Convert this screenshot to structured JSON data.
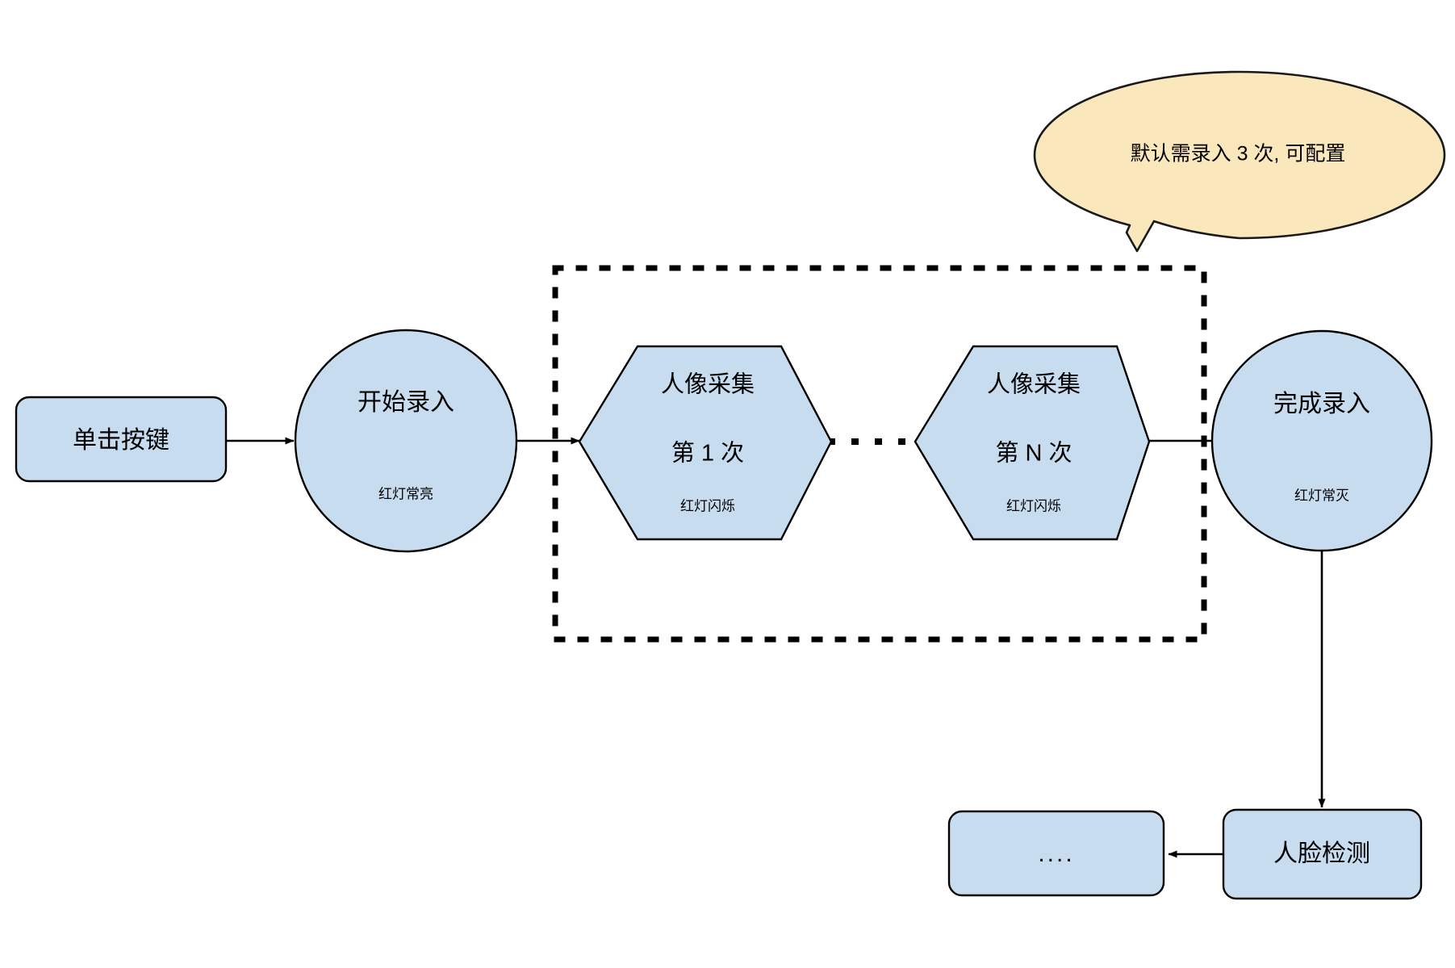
{
  "diagram": {
    "type": "flowchart",
    "title": "",
    "colors": {
      "node_fill": "#c7dcef",
      "node_stroke": "#000000",
      "callout_fill": "#fbe7bc",
      "callout_stroke": "#1a1a1a",
      "edge": "#000000",
      "background": "#ffffff"
    },
    "nodes": {
      "press_key": {
        "shape": "rounded-rect",
        "label": "单击按键"
      },
      "start_enroll": {
        "shape": "circle",
        "label": "开始录入",
        "sublabel": "红灯常亮"
      },
      "capture_first": {
        "shape": "hexagon",
        "label_line1": "人像采集",
        "label_line2": "第 1 次",
        "sublabel": "红灯闪烁"
      },
      "capture_nth": {
        "shape": "hexagon",
        "label_line1": "人像采集",
        "label_line2": "第 N 次",
        "sublabel": "红灯闪烁"
      },
      "finish_enroll": {
        "shape": "circle",
        "label": "完成录入",
        "sublabel": "红灯常灭"
      },
      "face_detect": {
        "shape": "rounded-rect",
        "label": "人脸检测"
      },
      "more_steps": {
        "shape": "rounded-rect",
        "label": "...."
      }
    },
    "callout": {
      "text": "默认需录入 3 次, 可配置"
    },
    "loop_group": {
      "border_style": "dotted",
      "label": ""
    }
  }
}
